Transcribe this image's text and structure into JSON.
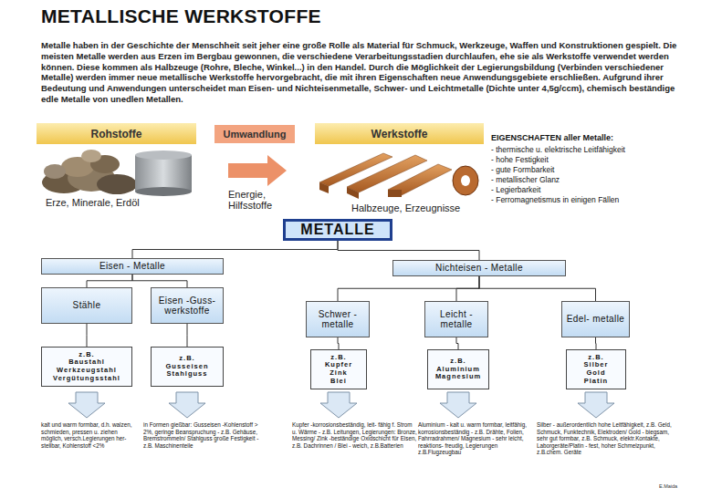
{
  "diagram": {
    "title": "METALLISCHE WERKSTOFFE",
    "nodes": [
      {
        "text": [
          "Rohstoffe"
        ]
      },
      {
        "text": [
          "Umwandlung"
        ]
      },
      {
        "text": [
          "Werkstoffe"
        ]
      },
      {
        "text": [
          "METALLE"
        ]
      },
      {
        "text": [
          "Eisen - Metalle"
        ]
      },
      {
        "text": [
          "Nichteisen - Metalle"
        ]
      },
      {
        "text": [
          "Stähle"
        ]
      },
      {
        "text": [
          "Eisen -Guss- werkstoffe"
        ]
      },
      {
        "text": [
          "Schwer -metalle"
        ]
      },
      {
        "text": [
          "Leicht - metalle"
        ]
      },
      {
        "text": [
          "Edel- metalle"
        ]
      },
      {
        "text": [
          "z.B.",
          "Baustahl Werkzeugstahl Vergütungsstahl"
        ]
      },
      {
        "text": [
          "z.B.",
          "Gusseisen Stahlguss"
        ]
      },
      {
        "text": [
          "z.B.",
          "Kupfer Zink Blei"
        ]
      },
      {
        "text": [
          "z.B.",
          "Aluminium Magnesium"
        ]
      },
      {
        "text": [
          "z.B.",
          "Silber Gold Platin"
        ]
      }
    ],
    "edges": [
      {
        "from": 3,
        "to": 4,
        "arrow": "none"
      },
      {
        "from": 3,
        "to": 5,
        "arrow": "none"
      },
      {
        "from": 4,
        "to": 6,
        "arrow": "none"
      },
      {
        "from": 4,
        "to": 7,
        "arrow": "none"
      },
      {
        "from": 5,
        "to": 8,
        "arrow": "none"
      },
      {
        "from": 5,
        "to": 9,
        "arrow": "none"
      },
      {
        "from": 5,
        "to": 10,
        "arrow": "none"
      },
      {
        "from": 6,
        "to": 11,
        "arrow": "none"
      },
      {
        "from": 7,
        "to": 12,
        "arrow": "none"
      },
      {
        "from": 8,
        "to": 13,
        "arrow": "none"
      },
      {
        "from": 9,
        "to": 14,
        "arrow": "none"
      },
      {
        "from": 10,
        "to": 15,
        "arrow": "none"
      }
    ],
    "labels": [
      "Metalle haben in der Geschichte der Menschheit seit jeher eine große Rolle als Material für Schmuck, Werkzeuge, Waffen und Konstruktionen gespielt. Die meisten Metalle werden aus Erzen im Bergbau gewonnen, die verschiedene Verarbeitungsstadien durchlaufen, ehe sie als Werkstoffe verwendet werden können. Diese kommen als Halbzeuge (Rohre, Bleche, Winkel...) in den Handel. Durch die Möglichkeit der Legierungsbildung (Verbinden verschiedener Metalle) werden immer neue metallische Werkstoffe hervorgebracht, die mit ihren Eigenschaften neue Anwendungsgebiete erschließen. Aufgrund ihrer Bedeutung und Anwendungen unterscheidet man Eisen- und Nichteisenmetalle, Schwer- und Leichtmetalle (Dichte unter 4,5g/ccm), chemisch beständige edle Metalle von unedlen Metallen.",
      "Erze, Minerale, Erdöl",
      "Energie, Hilfsstoffe",
      "Halbzeuge, Erzeugnisse",
      "EIGENSCHAFTEN aller Metalle:",
      "- thermische u. elektrische Leitfähigkeit",
      "- hohe Festigkeit",
      "- gute Formbarkeit",
      "- metallischer Glanz",
      "- Legierbarkeit",
      "- Ferromagnetismus in einigen Fällen",
      "kalt und warm formbar, d.h. walzen, schmieden, pressen u. ziehen möglich, versch.Legierungen her- stellbar, Kohlenstoff <2%",
      "in Formen gießbar: Gusseisen -Kohlenstoff > 2%, geringe Beanspruchung - z.B. Gehäuse, Bremstrommeln/ Stahlguss große Festigkeit - z.B. Maschinenteile",
      "Kupfer -korrosionsbeständig, leit- fähig f. Strom u. Wärme - z.B. Leitungen, Legierungen: Bronze, Messing/ Zink -beständige Oxidschicht für Eisen, z.B. Dachrinnen / Blei - weich, z.B.Batterien",
      "Aluminium - kalt u. warm formbar, leitfähig, korrosionsbeständig - z.B. Drähte, Folien, Fahrradrahmen/ Magnesium - sehr leicht, reaktions- freudig, Legierungen z.B.Flugzeugbau",
      "Silber - außerordentlich hohe Leitfähigkeit, z.B. Geld, Schmuck, Funktechnik, Elektroden/ Gold - biegsam, sehr gut formbar, z.B. Schmuck, elektr.Kontakte, Laborgeräte/Platin - fest, hoher Schmelzpunkt, z.B.chem. Geräte",
      "E.Maida"
    ]
  }
}
